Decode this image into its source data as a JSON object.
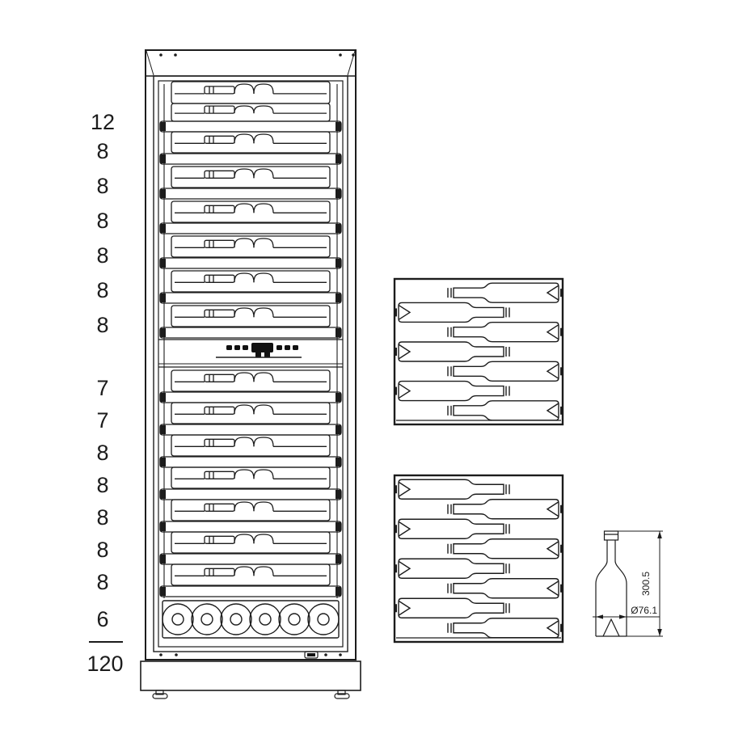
{
  "capacity": {
    "upper_zone_counts": [
      "12",
      "8",
      "8",
      "8",
      "8",
      "8",
      "8"
    ],
    "lower_zone_counts": [
      "7",
      "7",
      "8",
      "8",
      "8",
      "8",
      "8",
      "6"
    ],
    "total_label": "120",
    "standing_bottle_count": 6
  },
  "rack_details": {
    "top_view": {
      "bottle_count": 7,
      "first_bottle_direction": "left"
    },
    "bottom_view": {
      "bottle_count": 8,
      "first_bottle_direction": "right"
    }
  },
  "bottle_drawing": {
    "height_label": "300.5",
    "diameter_label": "Ø76.1"
  },
  "colors": {
    "line": "#1c1c1c",
    "background": "#ffffff"
  }
}
